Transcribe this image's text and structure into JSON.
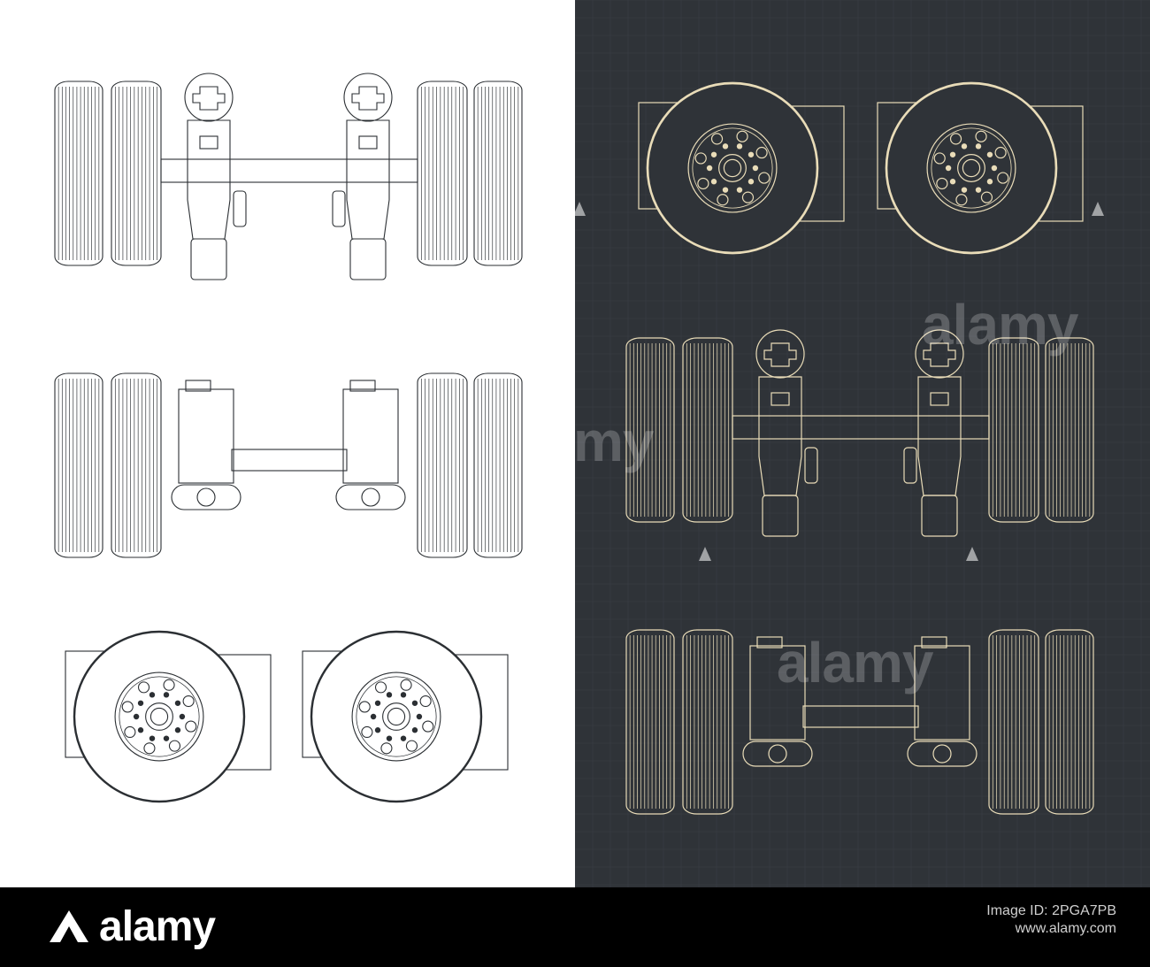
{
  "watermarks": {
    "text": "alamy",
    "partial_text": "my"
  },
  "footer": {
    "logo_text": "alamy",
    "id_label": "Image ID: 2PGA7PB",
    "url": "www.alamy.com"
  },
  "colors": {
    "left_background": "#ffffff",
    "left_lines": "#2b2f33",
    "right_background": "#2f3338",
    "right_lines": "#e9dcb8",
    "footer_background": "#000000"
  },
  "drawings": [
    {
      "panel": "left",
      "view": "top-view-with-struts"
    },
    {
      "panel": "left",
      "view": "rear-view-with-hubs"
    },
    {
      "panel": "left",
      "view": "side-view-wheels"
    },
    {
      "panel": "right",
      "view": "side-view-wheels"
    },
    {
      "panel": "right",
      "view": "top-view-with-struts"
    },
    {
      "panel": "right",
      "view": "rear-view-with-hubs"
    }
  ]
}
